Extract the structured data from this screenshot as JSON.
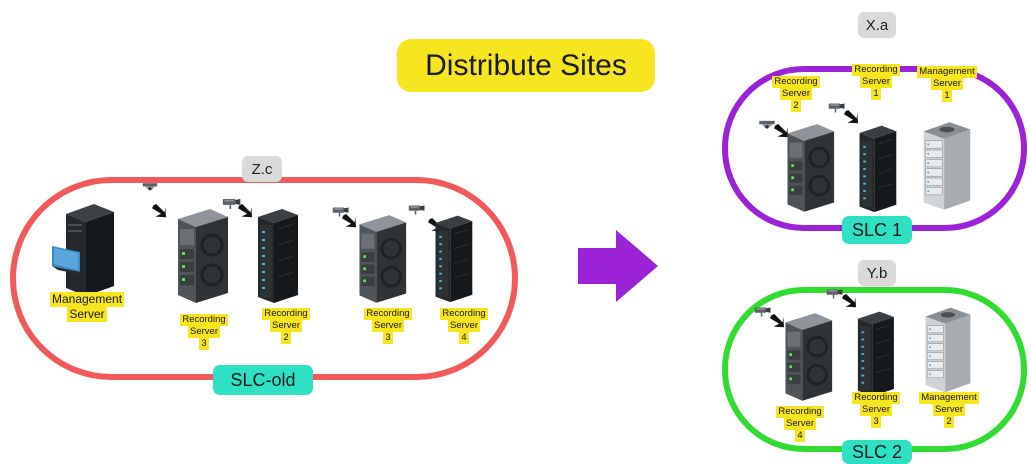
{
  "title": "Distribute Sites",
  "colors": {
    "title_bg": "#f7e51f",
    "old_ring": "#f25a5a",
    "slc1_ring": "#9b22d6",
    "slc2_ring": "#2fdc2f",
    "slc_tag_bg": "#2ee0c4",
    "tag_bg": "#d9d9d9",
    "arrow": "#9b22d6"
  },
  "old_site": {
    "site_tag": "Z.c",
    "slc_label": "SLC-old",
    "management": {
      "line1": "Management",
      "line2": "Server"
    },
    "servers": [
      {
        "line1": "Recording",
        "line2": "Server",
        "line3": "3"
      },
      {
        "line1": "Recording",
        "line2": "Server",
        "line3": "2"
      },
      {
        "line1": "Recording",
        "line2": "Server",
        "line3": "3"
      },
      {
        "line1": "Recording",
        "line2": "Server",
        "line3": "4"
      }
    ]
  },
  "slc1_site": {
    "site_tag": "X.a",
    "slc_label": "SLC 1",
    "servers": [
      {
        "line1": "Recording",
        "line2": "Server",
        "line3": "2"
      },
      {
        "line1": "Recording",
        "line2": "Server",
        "line3": "1"
      },
      {
        "line1": "Management",
        "line2": "Server",
        "line3": "1"
      }
    ]
  },
  "slc2_site": {
    "site_tag": "Y.b",
    "slc_label": "SLC 2",
    "servers": [
      {
        "line1": "Recording",
        "line2": "Server",
        "line3": "4"
      },
      {
        "line1": "Recording",
        "line2": "Server",
        "line3": "3"
      },
      {
        "line1": "Management",
        "line2": "Server",
        "line3": "2"
      }
    ]
  },
  "icons": {
    "server": "server-rack-icon",
    "management": "management-workstation-icon",
    "camera": "security-camera-icon",
    "pointer": "black-pointer-arrow-icon",
    "transition": "purple-right-arrow-icon"
  }
}
